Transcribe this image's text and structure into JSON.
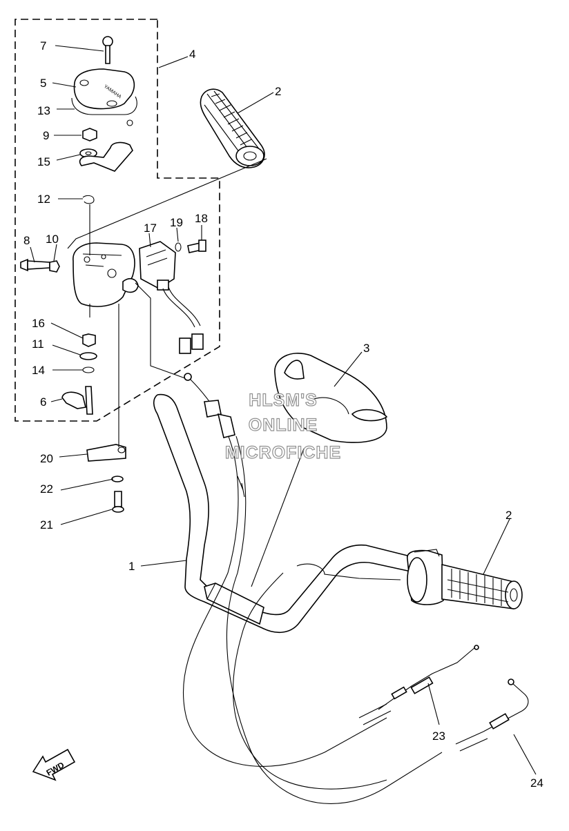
{
  "diagram": {
    "callouts": [
      {
        "id": "c1",
        "text": "1"
      },
      {
        "id": "c2a",
        "text": "2"
      },
      {
        "id": "c2b",
        "text": "2"
      },
      {
        "id": "c3",
        "text": "3"
      },
      {
        "id": "c4",
        "text": "4"
      },
      {
        "id": "c5",
        "text": "5"
      },
      {
        "id": "c6",
        "text": "6"
      },
      {
        "id": "c7",
        "text": "7"
      },
      {
        "id": "c8",
        "text": "8"
      },
      {
        "id": "c9",
        "text": "9"
      },
      {
        "id": "c10",
        "text": "10"
      },
      {
        "id": "c11",
        "text": "11"
      },
      {
        "id": "c12",
        "text": "12"
      },
      {
        "id": "c13",
        "text": "13"
      },
      {
        "id": "c14",
        "text": "14"
      },
      {
        "id": "c15",
        "text": "15"
      },
      {
        "id": "c16",
        "text": "16"
      },
      {
        "id": "c17",
        "text": "17"
      },
      {
        "id": "c18",
        "text": "18"
      },
      {
        "id": "c19",
        "text": "19"
      },
      {
        "id": "c20",
        "text": "20"
      },
      {
        "id": "c21",
        "text": "21"
      },
      {
        "id": "c22",
        "text": "22"
      },
      {
        "id": "c23",
        "text": "23"
      },
      {
        "id": "c24",
        "text": "24"
      }
    ],
    "watermark": [
      "HLSM'S",
      "ONLINE",
      "MICROFICHE"
    ],
    "direction_label": "FWD",
    "cover_brand": "YAMAHA"
  }
}
